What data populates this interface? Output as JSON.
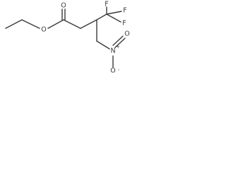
{
  "molecule": {
    "labels": {
      "ester_oxygen": "O",
      "carbonyl_oxygen": "O",
      "fluorine_top": "F",
      "fluorine_right_upper": "F",
      "fluorine_right_lower": "F",
      "nitro_nitrogen": "N",
      "nitro_nitrogen_charge": "+",
      "nitro_oxygen_double": "O",
      "nitro_oxygen_single": "O",
      "nitro_oxygen_charge": "-"
    }
  }
}
